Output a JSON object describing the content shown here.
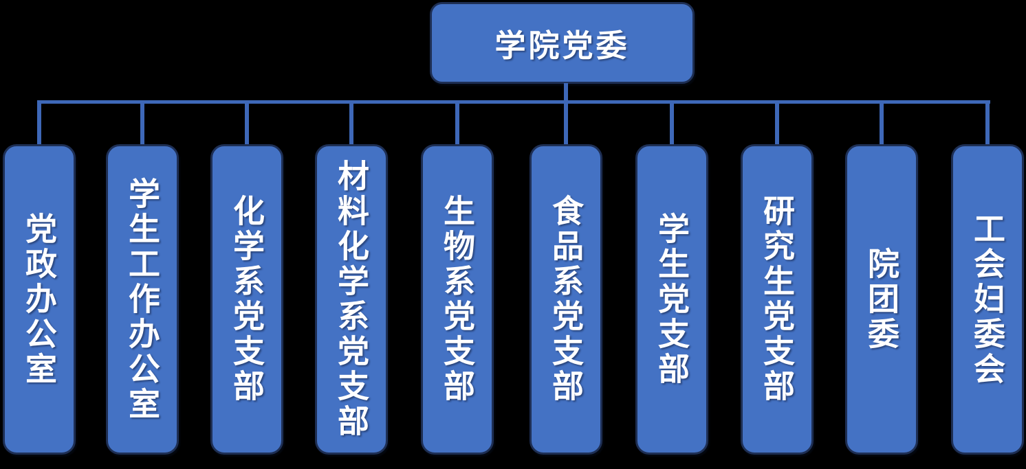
{
  "root": {
    "label": "学院党委"
  },
  "children": [
    {
      "label": "党政办公室"
    },
    {
      "label": "学生工作办公室"
    },
    {
      "label": "化学系党支部"
    },
    {
      "label": "材料化学系党支部"
    },
    {
      "label": "生物系党支部"
    },
    {
      "label": "食品系党支部"
    },
    {
      "label": "学生党支部"
    },
    {
      "label": "研究生党支部"
    },
    {
      "label": "院团委"
    },
    {
      "label": "工会妇委会"
    }
  ],
  "colors": {
    "background": "#000000",
    "box_fill": "#4472C4",
    "box_border": "#1E2F54",
    "connector": "#3E68B8",
    "text": "#FFFFFF"
  }
}
